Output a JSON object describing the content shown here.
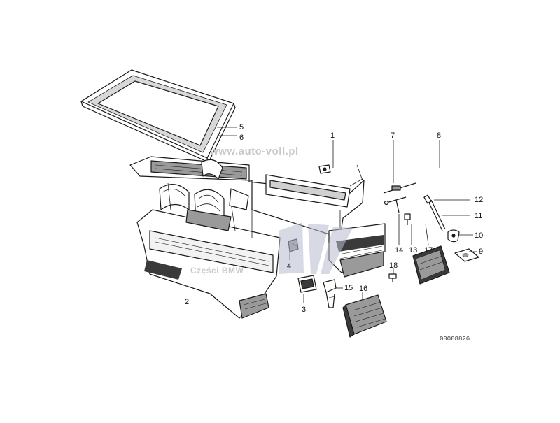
{
  "diagram": {
    "part_number": "00008826",
    "watermark_url": "www.auto-voll.pl",
    "watermark_brand": "Części BMW",
    "logo_text": "AV",
    "colors": {
      "line": "#1a1a1a",
      "fill": "#ffffff",
      "shade": "#9a9a9a",
      "dark": "#3a3a3a",
      "watermark": "#c9c9c9",
      "logo": "#b8bcd0"
    },
    "callouts": [
      "1",
      "2",
      "3",
      "4",
      "5",
      "6",
      "7",
      "8",
      "9",
      "10",
      "11",
      "12",
      "13",
      "14",
      "15",
      "16",
      "17",
      "18"
    ]
  }
}
